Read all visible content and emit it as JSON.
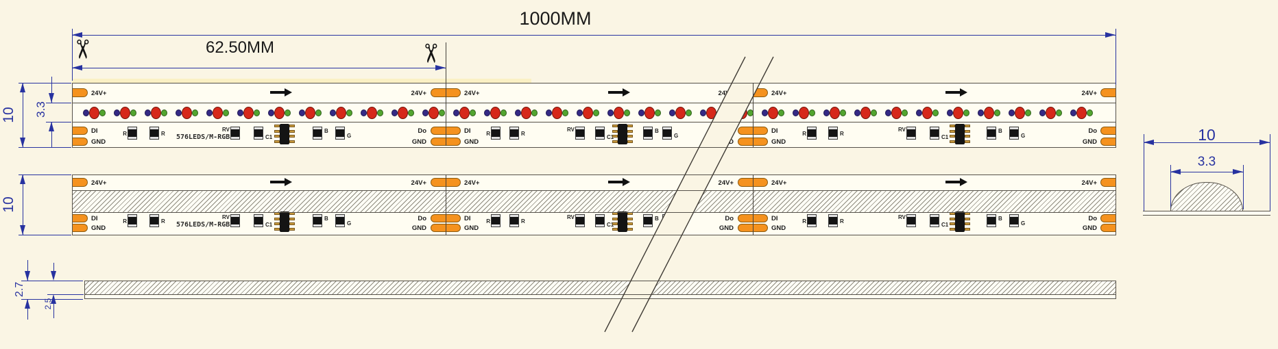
{
  "drawing": {
    "overall_length_label": "1000MM",
    "cut_length_label": "62.50MM",
    "scissors_glyph": "✂",
    "left_dims": {
      "strip1_height": "10",
      "strip1_emitting_width": "3.3",
      "strip2_height": "10",
      "strip3_total_thickness": "2.7",
      "strip3_tape_thickness": "2.5"
    },
    "cross_section": {
      "base_width": "10",
      "dome_width": "3.3"
    },
    "strip_labels": {
      "power": "24V+",
      "data_in": "DI",
      "data_out": "Do",
      "ground": "GND",
      "marking": "576LEDS/M-RGB",
      "resistor": "R",
      "rv": "RV",
      "capacitor": "C1",
      "blue": "B",
      "green": "G"
    },
    "colors": {
      "background": "#FAF5E4",
      "dimension_blue": "#2732A0",
      "pad_orange": "#F5921E",
      "led_red": "#D6281A",
      "led_blue": "#352A85",
      "led_green": "#53A52F",
      "ic_pin_gold": "#C89A3E"
    }
  }
}
